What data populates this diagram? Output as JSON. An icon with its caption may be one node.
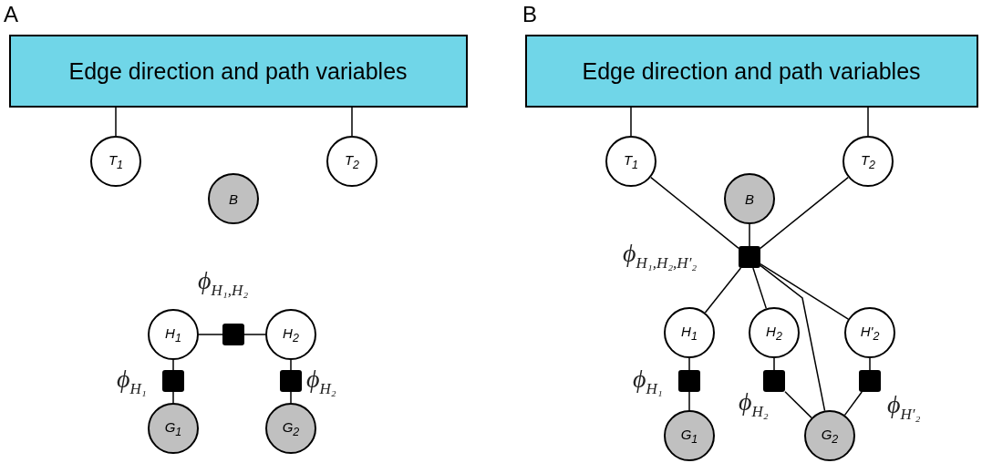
{
  "diagram": {
    "nodes": [
      {
        "text": [
          "Edge direction and path variables"
        ]
      },
      {
        "text": [
          "T$_{1}$"
        ]
      },
      {
        "text": [
          "T$_{2}$"
        ]
      },
      {
        "text": [
          "B"
        ]
      },
      {
        "text": [
          "H$_{1}$"
        ]
      },
      {
        "text": [
          "H$_{2}$"
        ]
      },
      {
        "text": [
          "G$_{1}$"
        ]
      },
      {
        "text": [
          "G$_{2}$"
        ]
      },
      {
        "text": [],
        "shape": "box",
        "beside": [
          "ϕ$_{H₁,H₂}$"
        ]
      },
      {
        "text": [],
        "shape": "box",
        "beside": [
          "ϕ$_{H₁}$"
        ]
      },
      {
        "text": [],
        "shape": "box",
        "beside": [
          "ϕ$_{H₂}$"
        ]
      },
      {
        "text": [
          "Edge direction and path variables"
        ]
      },
      {
        "text": [
          "T$_{1}$"
        ]
      },
      {
        "text": [
          "T$_{2}$"
        ]
      },
      {
        "text": [
          "B"
        ]
      },
      {
        "text": [],
        "shape": "box",
        "beside": [
          "ϕ$_{H₁,H₂,H′₂}$"
        ]
      },
      {
        "text": [
          "H$_{1}$"
        ]
      },
      {
        "text": [
          "H$_{2}$"
        ]
      },
      {
        "text": [
          "H'$_{2}$"
        ]
      },
      {
        "text": [],
        "shape": "box",
        "beside": [
          "ϕ$_{H₁}$"
        ]
      },
      {
        "text": [],
        "shape": "box",
        "beside": [
          "ϕ$_{H₂}$"
        ]
      },
      {
        "text": [],
        "shape": "box",
        "beside": [
          "ϕ$_{H′₂}$"
        ]
      },
      {
        "text": [
          "G$_{1}$"
        ]
      },
      {
        "text": [
          "G$_{2}$"
        ]
      }
    ],
    "edges": [
      {
        "from": 0,
        "to": 1,
        "arrow": "none"
      },
      {
        "from": 0,
        "to": 2,
        "arrow": "none"
      },
      {
        "from": 4,
        "to": 8,
        "arrow": "none"
      },
      {
        "from": 8,
        "to": 5,
        "arrow": "none"
      },
      {
        "from": 4,
        "to": 9,
        "arrow": "none"
      },
      {
        "from": 9,
        "to": 6,
        "arrow": "none"
      },
      {
        "from": 5,
        "to": 10,
        "arrow": "none"
      },
      {
        "from": 10,
        "to": 7,
        "arrow": "none"
      },
      {
        "from": 11,
        "to": 12,
        "arrow": "none"
      },
      {
        "from": 11,
        "to": 13,
        "arrow": "none"
      },
      {
        "from": 12,
        "to": 15,
        "arrow": "none"
      },
      {
        "from": 13,
        "to": 15,
        "arrow": "none"
      },
      {
        "from": 14,
        "to": 15,
        "arrow": "none"
      },
      {
        "from": 15,
        "to": 16,
        "arrow": "none"
      },
      {
        "from": 15,
        "to": 17,
        "arrow": "none"
      },
      {
        "from": 15,
        "to": 18,
        "arrow": "none"
      },
      {
        "from": 15,
        "to": 23,
        "arrow": "none"
      },
      {
        "from": 16,
        "to": 19,
        "arrow": "none"
      },
      {
        "from": 19,
        "to": 22,
        "arrow": "none"
      },
      {
        "from": 17,
        "to": 20,
        "arrow": "none"
      },
      {
        "from": 20,
        "to": 23,
        "arrow": "none"
      },
      {
        "from": 18,
        "to": 21,
        "arrow": "none"
      },
      {
        "from": 21,
        "to": 23,
        "arrow": "none"
      }
    ],
    "labels": [
      "A",
      "B"
    ]
  }
}
